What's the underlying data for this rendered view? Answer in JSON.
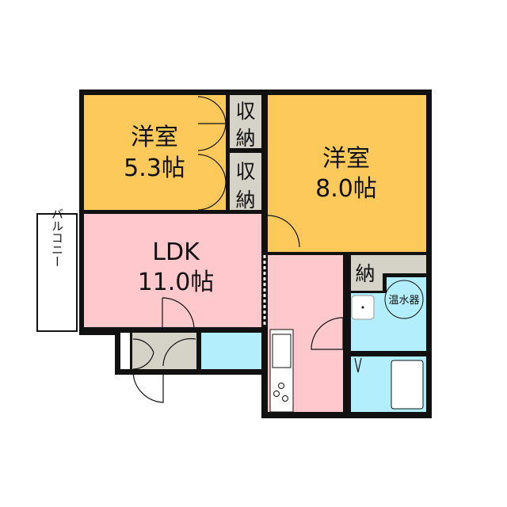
{
  "rooms": {
    "western_small": {
      "name": "洋室",
      "size": "5.3帖"
    },
    "western_large": {
      "name": "洋室",
      "size": "8.0帖"
    },
    "ldk": {
      "name": "LDK",
      "size": "11.0帖"
    },
    "storage_1": {
      "name1": "収",
      "name2": "納"
    },
    "storage_2": {
      "name1": "収",
      "name2": "納"
    },
    "closet": {
      "name": "納"
    },
    "water_heater": {
      "name": "温水器"
    },
    "balcony": {
      "name": "バルコニー"
    }
  },
  "colors": {
    "western": "#FDC95B",
    "ldk": "#FFC8CC",
    "storage": "#D5D3C8",
    "wet": "#B2EEFB",
    "wall": "#111111"
  }
}
